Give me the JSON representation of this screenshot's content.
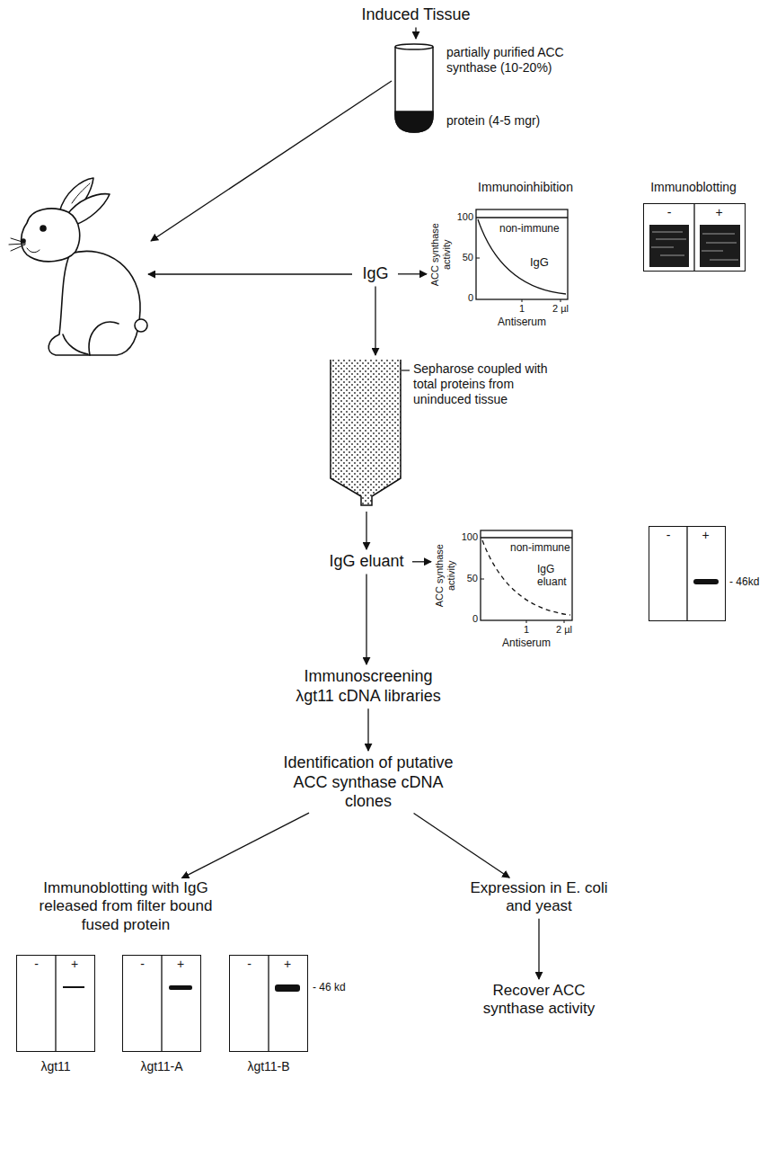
{
  "diagram": {
    "nodes": [
      {
        "text": [
          "Induced Tissue"
        ]
      },
      {
        "text": [
          "partially purified ACC synthase (10-20%)",
          "protein (4-5 mgr)"
        ]
      },
      {
        "text": [
          "IgG"
        ]
      },
      {
        "text": [
          "non-immune",
          "IgG"
        ]
      },
      {
        "text": [
          "-",
          "+"
        ]
      },
      {
        "text": [
          "Sepharose coupled with total proteins from uninduced tissue"
        ]
      },
      {
        "text": [
          "IgG eluant"
        ]
      },
      {
        "text": [
          "non-immune",
          "IgG eluant"
        ]
      },
      {
        "text": [
          "-",
          "+"
        ]
      },
      {
        "text": [
          "Immunoscreening λgt11 cDNA libraries"
        ]
      },
      {
        "text": [
          "Identification of putative ACC synthase cDNA clones"
        ]
      },
      {
        "text": [
          "Immunoblotting with IgG released from filter bound fused protein"
        ]
      },
      {
        "text": [
          "Expression in E. coli and yeast"
        ]
      },
      {
        "text": [
          "Recover ACC synthase activity"
        ]
      },
      {
        "text": [
          "-",
          "+"
        ]
      },
      {
        "text": [
          "-",
          "+"
        ]
      },
      {
        "text": [
          "-",
          "+"
        ]
      }
    ],
    "edges": [
      {
        "from": 0,
        "to": 1,
        "arrow": "to"
      },
      {
        "from": 2,
        "to": 3,
        "arrow": "to"
      },
      {
        "from": 2,
        "to": 5,
        "arrow": "to"
      },
      {
        "from": 5,
        "to": 6,
        "arrow": "to"
      },
      {
        "from": 6,
        "to": 7,
        "arrow": "to"
      },
      {
        "from": 6,
        "to": 9,
        "arrow": "to"
      },
      {
        "from": 9,
        "to": 10,
        "arrow": "to"
      },
      {
        "from": 10,
        "to": 11,
        "arrow": "to"
      },
      {
        "from": 10,
        "to": 12,
        "arrow": "to"
      },
      {
        "from": 12,
        "to": 13,
        "arrow": "to"
      }
    ],
    "labels": [
      "Immunoinhibition",
      "Immunoblotting",
      "ACC synthase activity",
      "100",
      "50",
      "0",
      "1",
      "2 µl",
      "Antiserum",
      "ACC synthase activity",
      "100",
      "50",
      "0",
      "1",
      "2 µl",
      "Antiserum",
      "- 46kd",
      "λgt11",
      "λgt11-A",
      "λgt11-B",
      "- 46 kd"
    ]
  }
}
